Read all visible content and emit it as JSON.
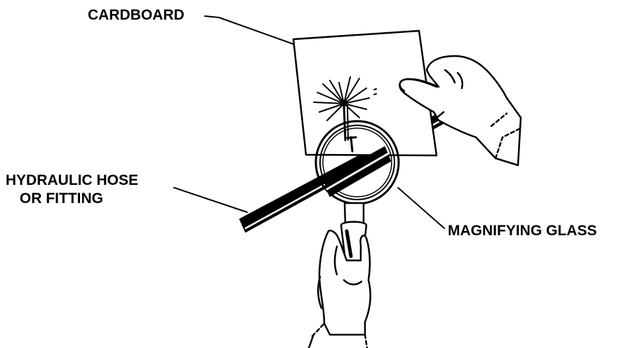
{
  "labels": {
    "cardboard": "CARDBOARD",
    "hose_line1": "HYDRAULIC HOSE",
    "hose_line2": "OR FITTING",
    "magnifying_glass": "MAGNIFYING GLASS"
  },
  "colors": {
    "ink": "#000000",
    "paper": "#ffffff"
  }
}
